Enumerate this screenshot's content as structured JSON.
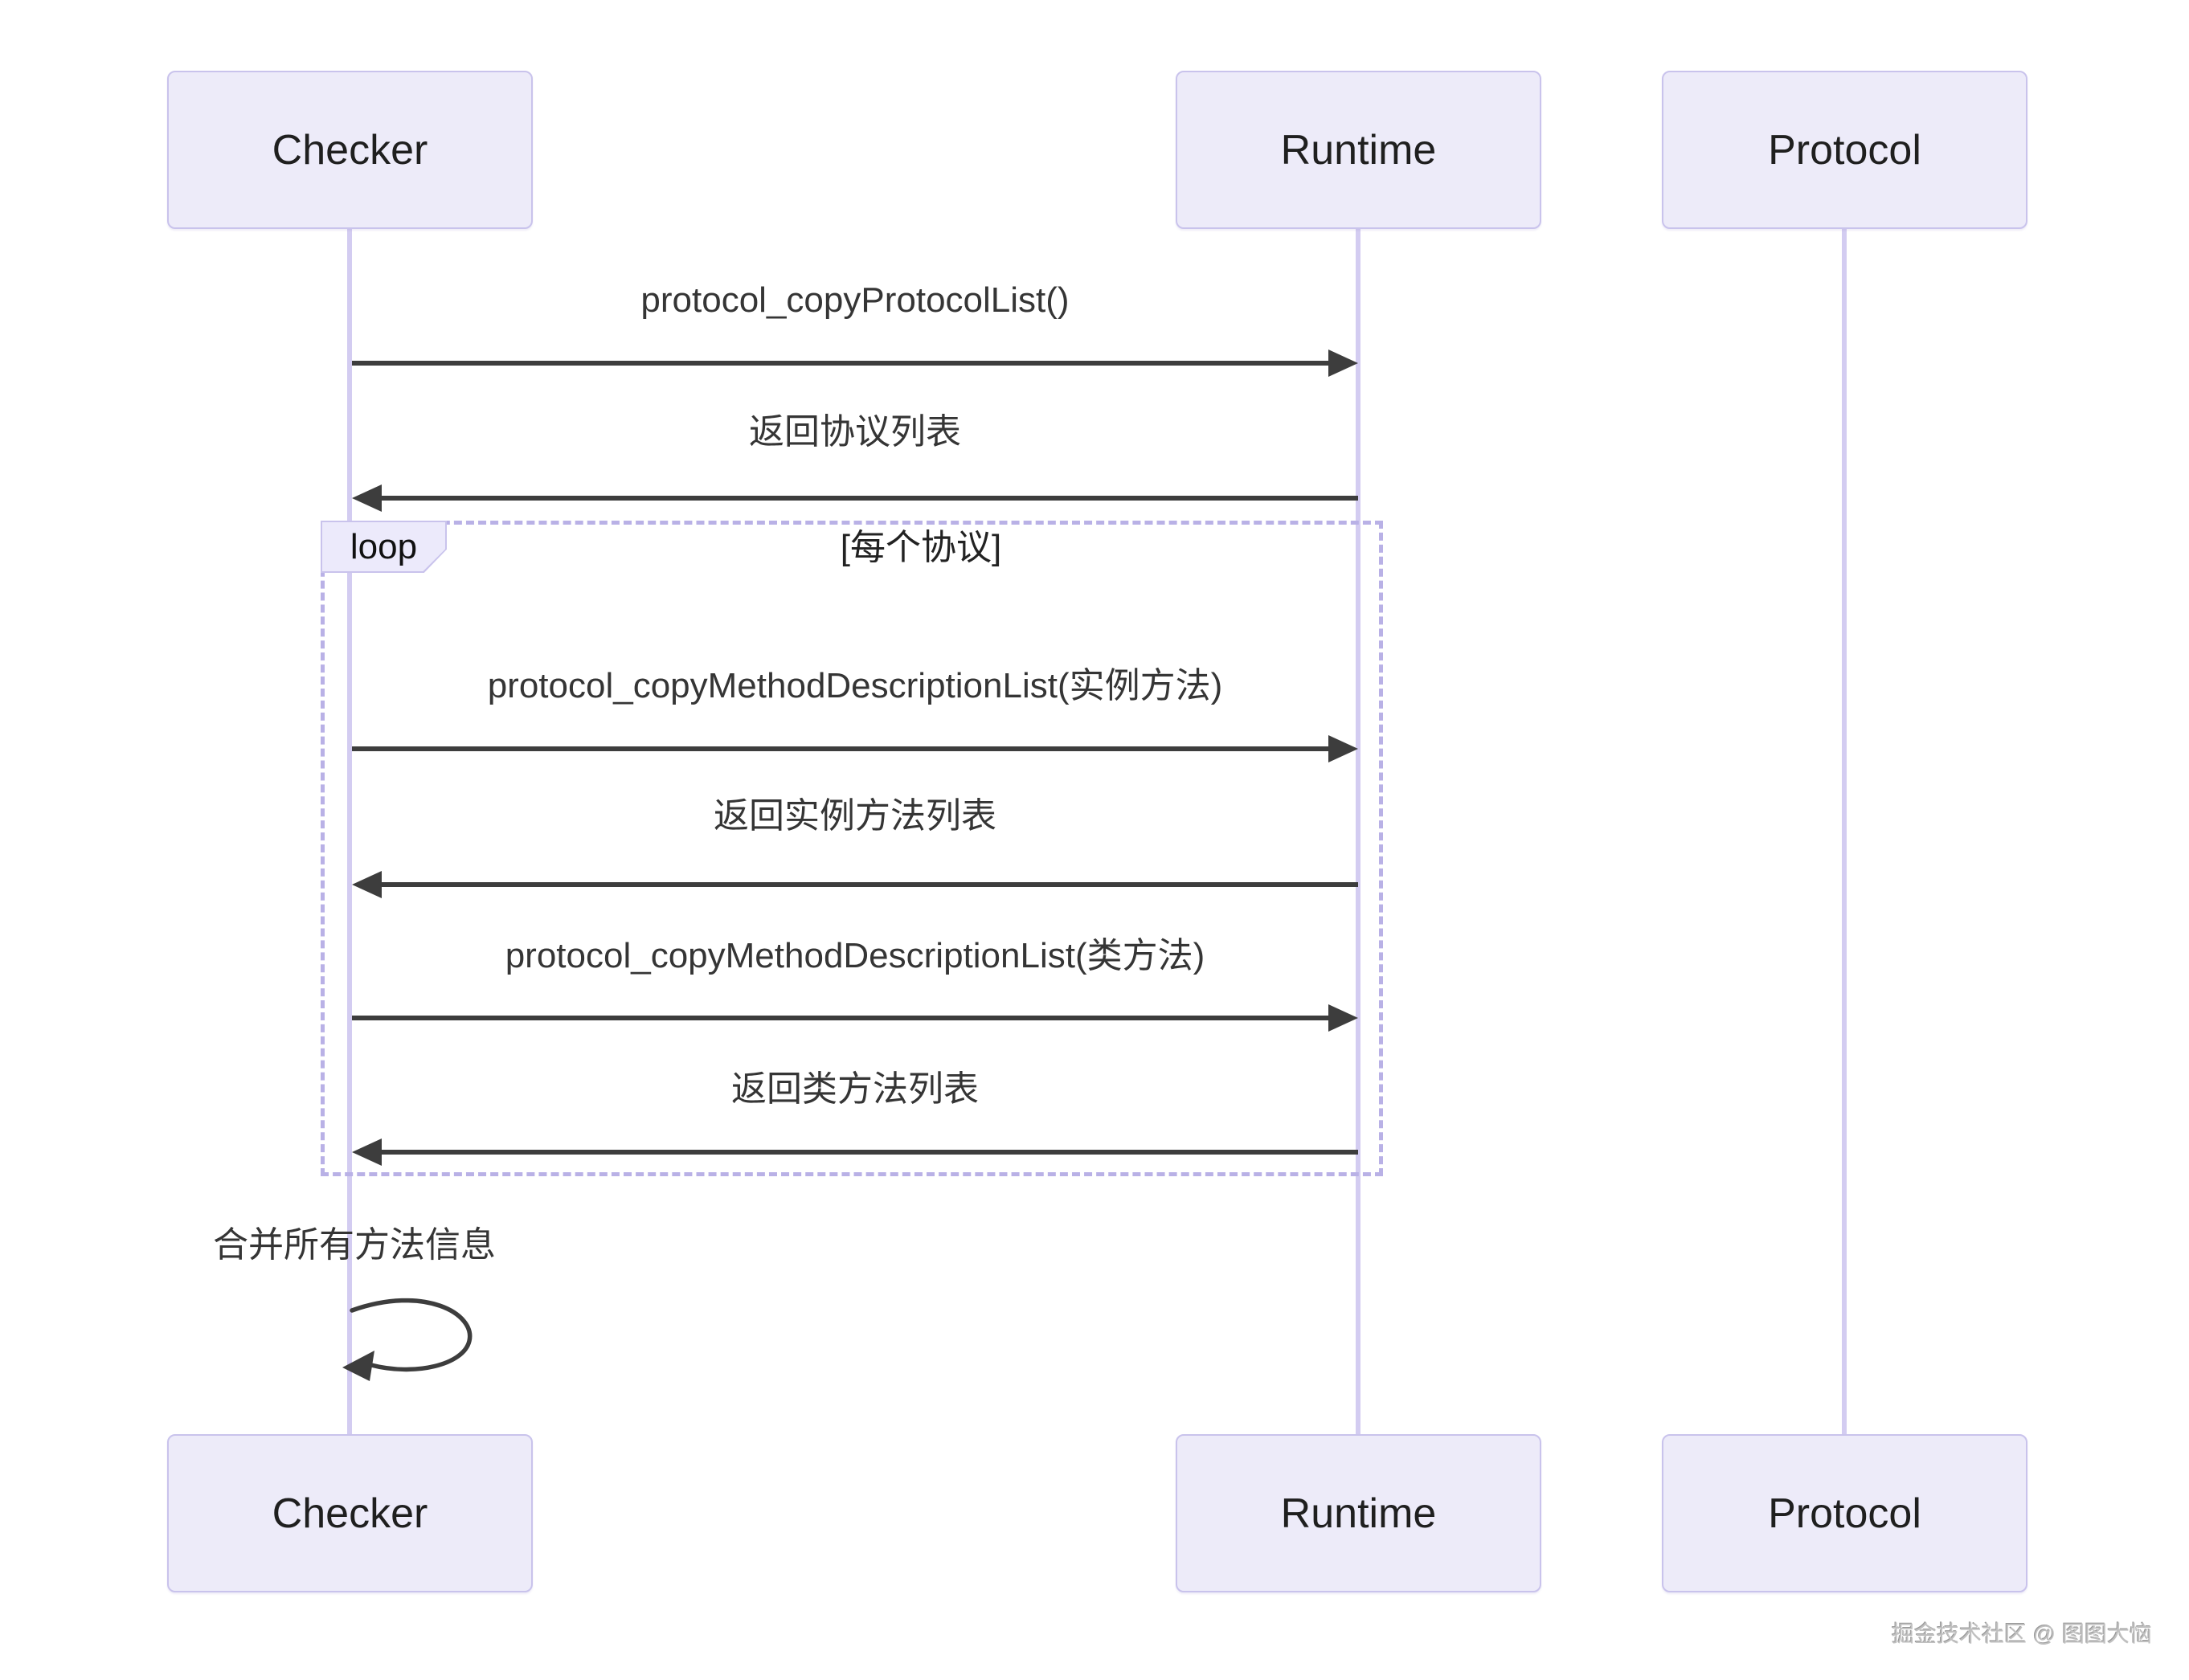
{
  "diagram": {
    "type": "sequence",
    "actors": {
      "checker": "Checker",
      "runtime": "Runtime",
      "protocol": "Protocol"
    },
    "messages": {
      "m1": {
        "text": "protocol_copyProtocolList()",
        "from": "Checker",
        "to": "Runtime",
        "direction": "right"
      },
      "m2": {
        "text": "返回协议列表",
        "from": "Runtime",
        "to": "Checker",
        "direction": "left"
      },
      "m3": {
        "text": "protocol_copyMethodDescriptionList(实例方法)",
        "from": "Checker",
        "to": "Runtime",
        "direction": "right"
      },
      "m4": {
        "text": "返回实例方法列表",
        "from": "Runtime",
        "to": "Checker",
        "direction": "left"
      },
      "m5": {
        "text": "protocol_copyMethodDescriptionList(类方法)",
        "from": "Checker",
        "to": "Runtime",
        "direction": "right"
      },
      "m6": {
        "text": "返回类方法列表",
        "from": "Runtime",
        "to": "Checker",
        "direction": "left"
      }
    },
    "loop": {
      "label": "loop",
      "condition": "[每个协议]"
    },
    "self_message": {
      "text": "合并所有方法信息",
      "actor": "Checker"
    },
    "watermark": "掘金技术社区 @ 图图大恼",
    "colors": {
      "background": "#ffffff",
      "actor_fill": "#edebf9",
      "actor_border": "#c9c3ec",
      "lifeline": "#d3ccf1",
      "loop_border": "#b9b1e6",
      "arrow": "#3d3d3d",
      "text": "#333333",
      "watermark": "#c0c0c0"
    }
  }
}
